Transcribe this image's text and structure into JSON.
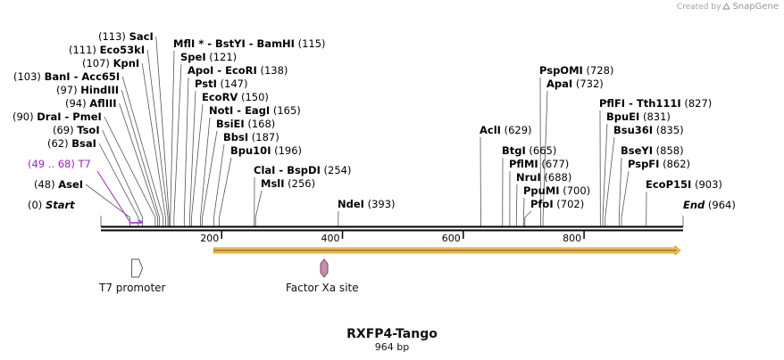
{
  "credit": {
    "prefix": "Created by",
    "brand": "SnapGene"
  },
  "map": {
    "title": "RXFP4-Tango",
    "length_text": "964 bp",
    "length": 964,
    "ticks": [
      200,
      400,
      600,
      800
    ]
  },
  "ends": {
    "start_label": "Start",
    "start_pos": "(0)",
    "end_label": "End",
    "end_pos": "(964)"
  },
  "sites": [
    {
      "id": "asei",
      "label": "AseI",
      "pos_text": "(48)",
      "pos": 48
    },
    {
      "id": "bsai",
      "label": "BsaI",
      "pos_text": "(62)",
      "pos": 62
    },
    {
      "id": "tsoi",
      "label": "TsoI",
      "pos_text": "(69)",
      "pos": 69
    },
    {
      "id": "drai-pmei",
      "label": "DraI  - PmeI",
      "pos_text": "(90)",
      "pos": 90
    },
    {
      "id": "aflii",
      "label": "AflIII",
      "pos_text": "(94)",
      "pos": 94
    },
    {
      "id": "hindiii",
      "label": "HindIII",
      "pos_text": "(97)",
      "pos": 97
    },
    {
      "id": "bani-acc65i",
      "label": "BanI  - Acc65I",
      "pos_text": "(103)",
      "pos": 103
    },
    {
      "id": "kpni",
      "label": "KpnI",
      "pos_text": "(107)",
      "pos": 107
    },
    {
      "id": "eco53ki",
      "label": "Eco53kI",
      "pos_text": "(111)",
      "pos": 111
    },
    {
      "id": "saci",
      "label": "SacI",
      "pos_text": "(113)",
      "pos": 113
    },
    {
      "id": "mfli-bstyi-bamhi",
      "label": "MflI * - BstYI  - BamHI",
      "pos_text": "(115)",
      "pos": 115
    },
    {
      "id": "spei",
      "label": "SpeI",
      "pos_text": "(121)",
      "pos": 121
    },
    {
      "id": "apoi-ecori",
      "label": "ApoI  - EcoRI",
      "pos_text": "(138)",
      "pos": 138
    },
    {
      "id": "psti",
      "label": "PstI",
      "pos_text": "(147)",
      "pos": 147
    },
    {
      "id": "ecorv",
      "label": "EcoRV",
      "pos_text": "(150)",
      "pos": 150
    },
    {
      "id": "noti-eagi",
      "label": "NotI  - EagI",
      "pos_text": "(165)",
      "pos": 165
    },
    {
      "id": "bsiei",
      "label": "BsiEI",
      "pos_text": "(168)",
      "pos": 168
    },
    {
      "id": "bbsi",
      "label": "BbsI",
      "pos_text": "(187)",
      "pos": 187
    },
    {
      "id": "bpu10i",
      "label": "Bpu10I",
      "pos_text": "(196)",
      "pos": 196
    },
    {
      "id": "clai-bspdi",
      "label": "ClaI  - BspDI",
      "pos_text": "(254)",
      "pos": 254
    },
    {
      "id": "msli",
      "label": "MslI",
      "pos_text": "(256)",
      "pos": 256
    },
    {
      "id": "ndei",
      "label": "NdeI",
      "pos_text": "(393)",
      "pos": 393
    },
    {
      "id": "acli",
      "label": "AclI",
      "pos_text": "(629)",
      "pos": 629
    },
    {
      "id": "btgi",
      "label": "BtgI",
      "pos_text": "(665)",
      "pos": 665
    },
    {
      "id": "pflmi",
      "label": "PflMI",
      "pos_text": "(677)",
      "pos": 677
    },
    {
      "id": "nrui",
      "label": "NruI",
      "pos_text": "(688)",
      "pos": 688
    },
    {
      "id": "ppumi",
      "label": "PpuMI",
      "pos_text": "(700)",
      "pos": 700
    },
    {
      "id": "pfoi",
      "label": "PfoI",
      "pos_text": "(702)",
      "pos": 702
    },
    {
      "id": "pspomi",
      "label": "PspOMI",
      "pos_text": "(728)",
      "pos": 728
    },
    {
      "id": "apai",
      "label": "ApaI",
      "pos_text": "(732)",
      "pos": 732
    },
    {
      "id": "pflfi-tth111i",
      "label": "PflFI  - Tth111I",
      "pos_text": "(827)",
      "pos": 827
    },
    {
      "id": "bpuei",
      "label": "BpuEI",
      "pos_text": "(831)",
      "pos": 831
    },
    {
      "id": "bsu36i",
      "label": "Bsu36I",
      "pos_text": "(835)",
      "pos": 835
    },
    {
      "id": "bseyi",
      "label": "BseYI",
      "pos_text": "(858)",
      "pos": 858
    },
    {
      "id": "pspfi",
      "label": "PspFI",
      "pos_text": "(862)",
      "pos": 862
    },
    {
      "id": "ecop15i",
      "label": "EcoP15I",
      "pos_text": "(903)",
      "pos": 903
    }
  ],
  "primer": {
    "label": "T7",
    "pos_text": "(49 .. 68)",
    "start": 49,
    "end": 68,
    "color": "#a020c8"
  },
  "features": [
    {
      "id": "t7-promoter",
      "label": "T7 promoter",
      "start": 49,
      "end": 68,
      "color": "#ffffff",
      "stroke": "#555555"
    },
    {
      "id": "factor-xa",
      "label": "Factor Xa site",
      "start": 258,
      "end": 270,
      "color": "#c68fb0",
      "stroke": "#6b4a5e"
    }
  ],
  "orf": {
    "start": 184,
    "end": 964,
    "fill": "#f4c060",
    "stroke": "#c8960c"
  }
}
